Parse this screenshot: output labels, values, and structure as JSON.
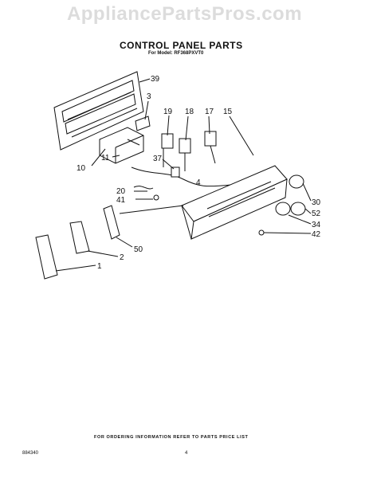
{
  "watermark": "AppliancePartsPros.com",
  "title": "CONTROL PANEL PARTS",
  "subtitle": "For Model: RF368PXVT0",
  "footer_note": "FOR ORDERING INFORMATION REFER TO PARTS PRICE LIST",
  "diagram_id": "884340",
  "page_number": "4",
  "callouts": {
    "c39": "39",
    "c3": "3",
    "c19": "19",
    "c18": "18",
    "c17": "17",
    "c15": "15",
    "c10": "10",
    "c11": "11",
    "c37": "37",
    "c4": "4",
    "c20": "20",
    "c41": "41",
    "c30": "30",
    "c52": "52",
    "c34": "34",
    "c42": "42",
    "c50": "50",
    "c2": "2",
    "c1": "1"
  }
}
